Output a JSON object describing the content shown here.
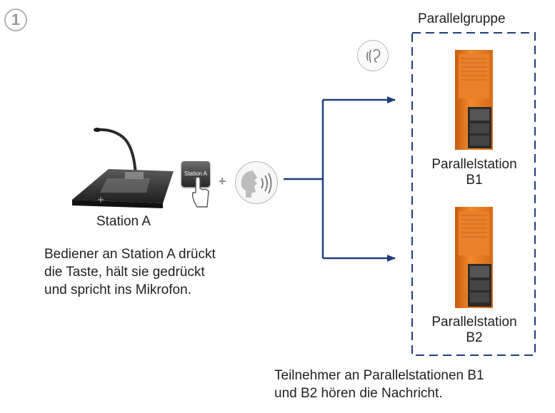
{
  "step": {
    "number": "1"
  },
  "group": {
    "title": "Parallelgruppe"
  },
  "stations": {
    "a": {
      "label": "Station A",
      "key_label": "Station A"
    },
    "b1": {
      "label_line1": "Parallelstation",
      "label_line2": "B1"
    },
    "b2": {
      "label_line1": "Parallelstation",
      "label_line2": "B2"
    }
  },
  "descriptions": {
    "operator": [
      "Bediener an Station A drückt",
      "die Taste, hält sie gedrückt",
      "und spricht ins Mikrofon."
    ],
    "listeners": [
      "Teilnehmer an Parallelstationen B1",
      "und B2 hören die Nachricht."
    ]
  },
  "icons": {
    "ear": "ear-listen-icon",
    "speak": "speaking-head-icon",
    "finger": "pressing-finger-icon"
  },
  "colors": {
    "arrow": "#1f3f7a",
    "group_border": "#1f3f7a",
    "station_orange": "#e87722",
    "badge_gray": "#9a9a9a"
  }
}
